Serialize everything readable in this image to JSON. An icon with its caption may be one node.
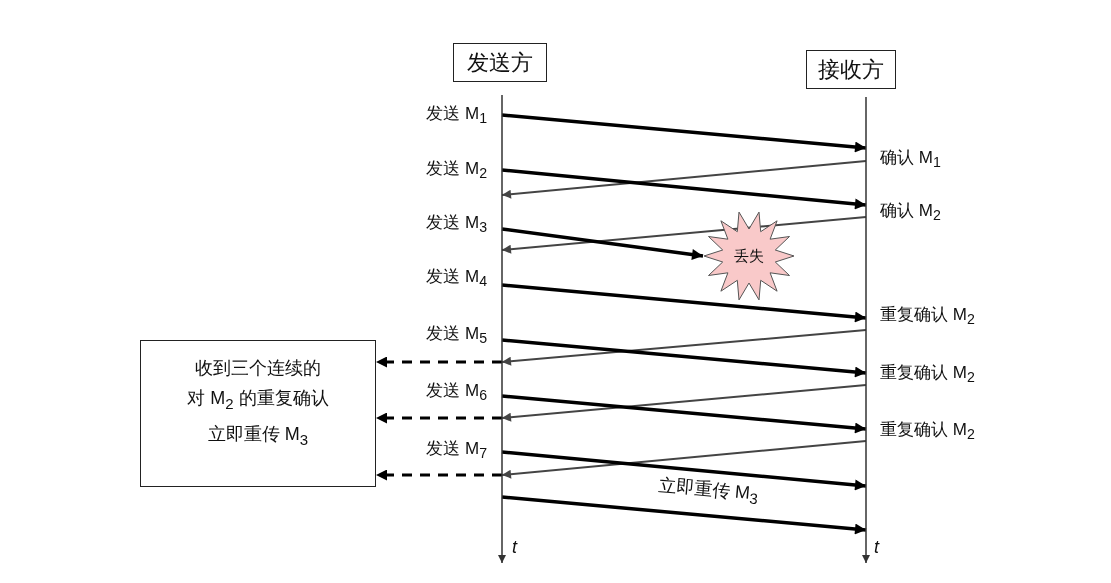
{
  "diagram": {
    "nodes": [
      {
        "text": [
          "发送方"
        ]
      },
      {
        "text": [
          "接收方"
        ]
      },
      {
        "text": [
          "丢失"
        ]
      },
      {
        "text": [
          "收到三个连续的对 M$_{2}$ 的重复确认立即重传 M$_{3}$"
        ]
      }
    ],
    "edges": [
      {
        "from": 0,
        "to": 1,
        "arrow": "to",
        "label": "发送 M$_{1}$"
      },
      {
        "from": 1,
        "to": 0,
        "arrow": "to",
        "label": "确认 M$_{1}$",
        "color": "#444444"
      },
      {
        "from": 0,
        "to": 1,
        "arrow": "to",
        "label": "发送 M$_{2}$"
      },
      {
        "from": 1,
        "to": 0,
        "arrow": "to",
        "label": "确认 M$_{2}$",
        "color": "#444444"
      },
      {
        "from": 0,
        "to": 2,
        "arrow": "to",
        "label": "发送 M$_{3}$"
      },
      {
        "from": 0,
        "to": 1,
        "arrow": "to",
        "label": "发送 M$_{4}$"
      },
      {
        "from": 1,
        "to": 0,
        "arrow": "to",
        "label": "重复确认 M$_{2}$",
        "color": "#444444"
      },
      {
        "from": 0,
        "to": 1,
        "arrow": "to",
        "label": "发送 M$_{5}$"
      },
      {
        "from": 0,
        "to": 3,
        "arrow": "to",
        "style": "dashed"
      },
      {
        "from": 1,
        "to": 0,
        "arrow": "to",
        "label": "重复确认 M$_{2}$",
        "color": "#444444"
      },
      {
        "from": 0,
        "to": 1,
        "arrow": "to",
        "label": "发送 M$_{6}$"
      },
      {
        "from": 0,
        "to": 3,
        "arrow": "to",
        "style": "dashed"
      },
      {
        "from": 1,
        "to": 0,
        "arrow": "to",
        "label": "重复确认 M$_{2}$",
        "color": "#444444"
      },
      {
        "from": 0,
        "to": 1,
        "arrow": "to",
        "label": "发送 M$_{7}$"
      },
      {
        "from": 0,
        "to": 3,
        "arrow": "to",
        "style": "dashed"
      },
      {
        "from": 0,
        "to": 1,
        "arrow": "to",
        "label": "立即重传 M$_{3}$"
      }
    ],
    "labels": [
      "t",
      "t"
    ]
  }
}
